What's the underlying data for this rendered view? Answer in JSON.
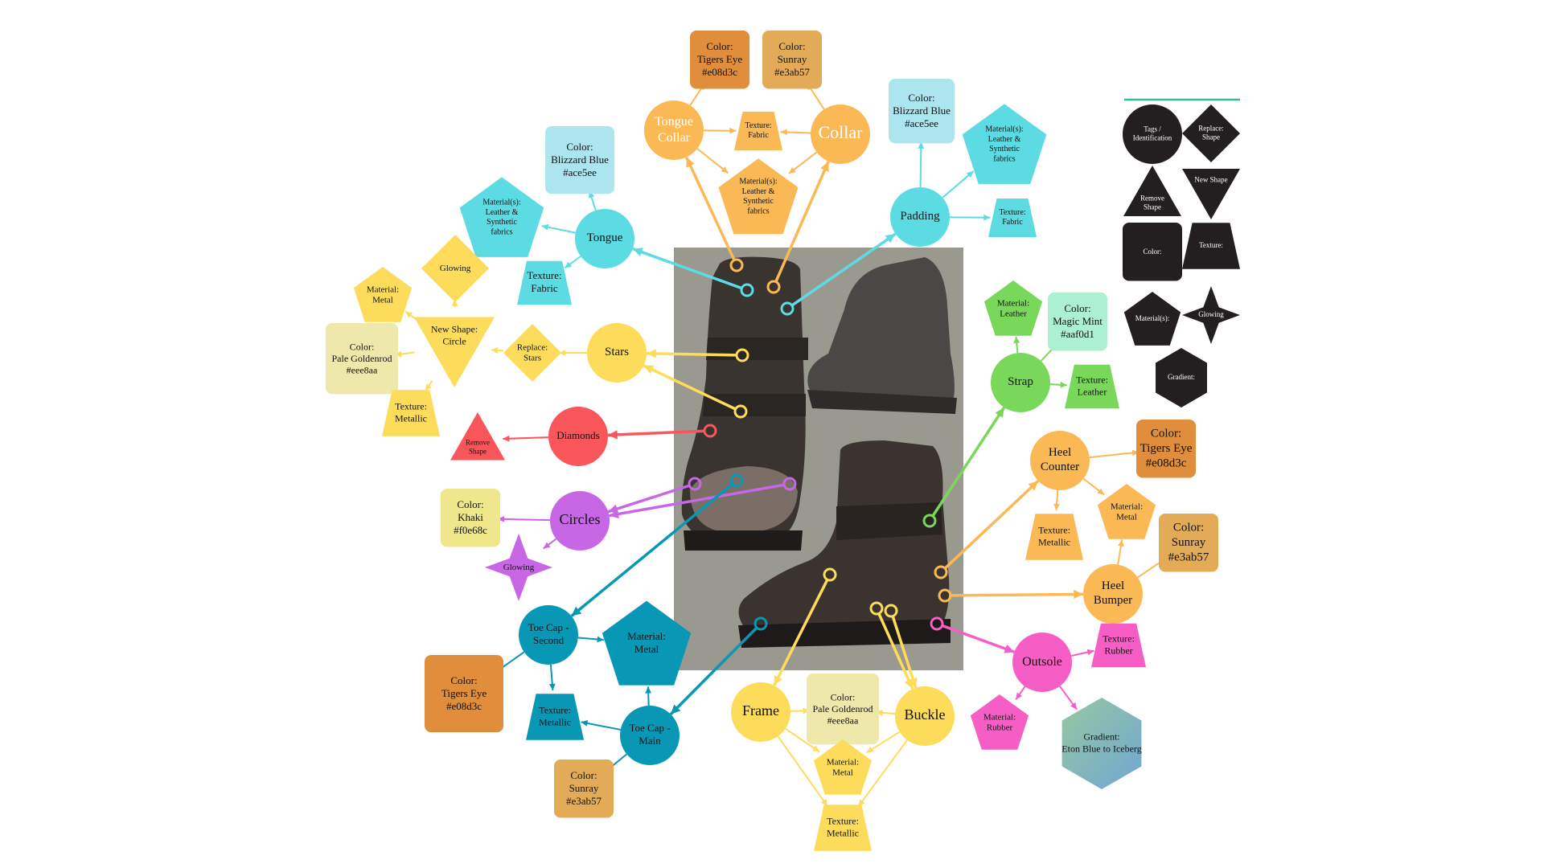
{
  "diagram": {
    "nodes": [
      {
        "id": "tongue-collar",
        "text": "Tongue\nCollar",
        "shape": "circle",
        "color": "#fbb955"
      },
      {
        "id": "collar",
        "text": "Collar",
        "shape": "circle",
        "color": "#fbb955"
      },
      {
        "id": "collar-color-tigers",
        "text": "Color:\nTigers Eye\n#e08d3c",
        "shape": "rounded",
        "color": "#e08d3c"
      },
      {
        "id": "collar-color-sunray",
        "text": "Color:\nSunray\n#e3ab57",
        "shape": "rounded",
        "color": "#e3ab57"
      },
      {
        "id": "collar-texture",
        "text": "Texture:\nFabric",
        "shape": "trapezoid",
        "color": "#fbb955"
      },
      {
        "id": "collar-material",
        "text": "Material(s):\nLeather &\nSynthetic\nfabrics",
        "shape": "pentagon",
        "color": "#fbb955"
      },
      {
        "id": "padding",
        "text": "Padding",
        "shape": "circle",
        "color": "#5ddbe3"
      },
      {
        "id": "padding-color",
        "text": "Color:\nBlizzard Blue\n#ace5ee",
        "shape": "rounded",
        "color": "#ace5ee"
      },
      {
        "id": "padding-material",
        "text": "Material(s):\nLeather &\nSynthetic\nfabrics",
        "shape": "pentagon",
        "color": "#5ddbe3"
      },
      {
        "id": "padding-texture",
        "text": "Texture:\nFabric",
        "shape": "trapezoid",
        "color": "#5ddbe3"
      },
      {
        "id": "tongue",
        "text": "Tongue",
        "shape": "circle",
        "color": "#5ddbe3"
      },
      {
        "id": "tongue-color",
        "text": "Color:\nBlizzard Blue\n#ace5ee",
        "shape": "rounded",
        "color": "#ace5ee"
      },
      {
        "id": "tongue-material",
        "text": "Material(s):\nLeather &\nSynthetic\nfabrics",
        "shape": "pentagon",
        "color": "#5ddbe3"
      },
      {
        "id": "tongue-texture",
        "text": "Texture:\nFabric",
        "shape": "trapezoid",
        "color": "#5ddbe3"
      },
      {
        "id": "stars",
        "text": "Stars",
        "shape": "circle",
        "color": "#fddc5c"
      },
      {
        "id": "replace-stars",
        "text": "Replace:\nStars",
        "shape": "diamond",
        "color": "#fddc5c"
      },
      {
        "id": "new-shape-circle",
        "text": "New Shape:\nCircle",
        "shape": "triangle-down",
        "color": "#fddc5c"
      },
      {
        "id": "glowing-yellow",
        "text": "Glowing",
        "shape": "diamond",
        "color": "#fddc5c"
      },
      {
        "id": "stars-material",
        "text": "Material:\nMetal",
        "shape": "pentagon",
        "color": "#fddc5c"
      },
      {
        "id": "stars-color",
        "text": "Color:\nPale Goldenrod\n#eee8aa",
        "shape": "rounded",
        "color": "#eee8aa"
      },
      {
        "id": "stars-texture",
        "text": "Texture:\nMetallic",
        "shape": "trapezoid",
        "color": "#fddc5c"
      },
      {
        "id": "diamonds",
        "text": "Diamonds",
        "shape": "circle",
        "color": "#f9565b"
      },
      {
        "id": "remove-shape",
        "text": "Remove\nShape",
        "shape": "triangle-up",
        "color": "#f9565b"
      },
      {
        "id": "circles",
        "text": "Circles",
        "shape": "circle",
        "color": "#c767e5"
      },
      {
        "id": "circles-color",
        "text": "Color:\nKhaki\n#f0e68c",
        "shape": "rounded",
        "color": "#f0e68c"
      },
      {
        "id": "glowing-purple",
        "text": "Glowing",
        "shape": "star4",
        "color": "#c767e5"
      },
      {
        "id": "toecap-second",
        "text": "Toe Cap -\nSecond",
        "shape": "circle",
        "color": "#0897b4"
      },
      {
        "id": "toecap-material",
        "text": "Material:\nMetal",
        "shape": "pentagon",
        "color": "#0897b4"
      },
      {
        "id": "toecap-color-tigers",
        "text": "Color:\nTigers Eye\n#e08d3c",
        "shape": "rounded",
        "color": "#e08d3c"
      },
      {
        "id": "toecap-texture",
        "text": "Texture:\nMetallic",
        "shape": "trapezoid",
        "color": "#0897b4"
      },
      {
        "id": "toecap-main",
        "text": "Toe Cap -\nMain",
        "shape": "circle",
        "color": "#0897b4"
      },
      {
        "id": "toecap-color-sunray",
        "text": "Color:\nSunray\n#e3ab57",
        "shape": "rounded",
        "color": "#e3ab57"
      },
      {
        "id": "frame",
        "text": "Frame",
        "shape": "circle",
        "color": "#fddc5c"
      },
      {
        "id": "buckle",
        "text": "Buckle",
        "shape": "circle",
        "color": "#fddc5c"
      },
      {
        "id": "frame-color",
        "text": "Color:\nPale Goldenrod\n#eee8aa",
        "shape": "rounded",
        "color": "#eee8aa"
      },
      {
        "id": "frame-material",
        "text": "Material:\nMetal",
        "shape": "pentagon",
        "color": "#fddc5c"
      },
      {
        "id": "frame-texture",
        "text": "Texture:\nMetallic",
        "shape": "trapezoid",
        "color": "#fddc5c"
      },
      {
        "id": "strap",
        "text": "Strap",
        "shape": "circle",
        "color": "#79d85a"
      },
      {
        "id": "strap-material",
        "text": "Material:\nLeather",
        "shape": "pentagon",
        "color": "#79d85a"
      },
      {
        "id": "strap-color",
        "text": "Color:\nMagic Mint\n#aaf0d1",
        "shape": "rounded",
        "color": "#aaf0d1"
      },
      {
        "id": "strap-texture",
        "text": "Texture:\nLeather",
        "shape": "trapezoid",
        "color": "#79d85a"
      },
      {
        "id": "heel-counter",
        "text": "Heel\nCounter",
        "shape": "circle",
        "color": "#fbb955"
      },
      {
        "id": "heel-color-tigers",
        "text": "Color:\nTigers Eye\n#e08d3c",
        "shape": "rounded",
        "color": "#e08d3c"
      },
      {
        "id": "heel-material",
        "text": "Material:\nMetal",
        "shape": "pentagon",
        "color": "#fbb955"
      },
      {
        "id": "heel-texture",
        "text": "Texture:\nMetallic",
        "shape": "trapezoid",
        "color": "#fbb955"
      },
      {
        "id": "heel-bumper",
        "text": "Heel\nBumper",
        "shape": "circle",
        "color": "#fbb955"
      },
      {
        "id": "heel-color-sunray",
        "text": "Color:\nSunray\n#e3ab57",
        "shape": "rounded",
        "color": "#e3ab57"
      },
      {
        "id": "outsole",
        "text": "Outsole",
        "shape": "circle",
        "color": "#f65ec5"
      },
      {
        "id": "outsole-texture",
        "text": "Texture:\nRubber",
        "shape": "trapezoid",
        "color": "#f65ec5"
      },
      {
        "id": "outsole-material",
        "text": "Material:\nRubber",
        "shape": "pentagon",
        "color": "#f65ec5"
      },
      {
        "id": "outsole-gradient",
        "text": "Gradient:\nEton Blue to Iceberg",
        "shape": "hexagon",
        "color": "#8fcfa0"
      }
    ],
    "legend": [
      {
        "id": "legend-tags",
        "text": "Tags /\nIdentification",
        "shape": "circle"
      },
      {
        "id": "legend-replace",
        "text": "Replace:\nShape",
        "shape": "diamond"
      },
      {
        "id": "legend-remove",
        "text": "Remove\nShape",
        "shape": "triangle-up"
      },
      {
        "id": "legend-new",
        "text": "New Shape",
        "shape": "triangle-down"
      },
      {
        "id": "legend-color",
        "text": "Color:",
        "shape": "rounded"
      },
      {
        "id": "legend-texture",
        "text": "Texture:",
        "shape": "trapezoid"
      },
      {
        "id": "legend-material",
        "text": "Material(s):",
        "shape": "pentagon"
      },
      {
        "id": "legend-glowing",
        "text": "Glowing",
        "shape": "star4"
      },
      {
        "id": "legend-gradient",
        "text": "Gradient:",
        "shape": "hexagon"
      }
    ],
    "edges": [
      [
        "tongue-collar",
        "collar-color-tigers",
        "#fbb955"
      ],
      [
        "collar",
        "collar-color-sunray",
        "#fbb955"
      ],
      [
        "tongue-collar",
        "collar-texture",
        "#fbb955"
      ],
      [
        "collar",
        "collar-texture",
        "#fbb955"
      ],
      [
        "tongue-collar",
        "collar-material",
        "#fbb955"
      ],
      [
        "collar",
        "collar-material",
        "#fbb955"
      ],
      [
        "padding",
        "padding-color",
        "#5ddbe3"
      ],
      [
        "padding",
        "padding-material",
        "#5ddbe3"
      ],
      [
        "padding",
        "padding-texture",
        "#5ddbe3"
      ],
      [
        "tongue",
        "tongue-color",
        "#5ddbe3"
      ],
      [
        "tongue",
        "tongue-material",
        "#5ddbe3"
      ],
      [
        "tongue",
        "tongue-texture",
        "#5ddbe3"
      ],
      [
        "stars",
        "replace-stars",
        "#fddc5c"
      ],
      [
        "replace-stars",
        "new-shape-circle",
        "#fddc5c"
      ],
      [
        "new-shape-circle",
        "glowing-yellow",
        "#fddc5c"
      ],
      [
        "new-shape-circle",
        "stars-material",
        "#fddc5c"
      ],
      [
        "new-shape-circle",
        "stars-color",
        "#fddc5c"
      ],
      [
        "new-shape-circle",
        "stars-texture",
        "#fddc5c"
      ],
      [
        "diamonds",
        "remove-shape",
        "#f9565b"
      ],
      [
        "circles",
        "circles-color",
        "#c767e5"
      ],
      [
        "circles",
        "glowing-purple",
        "#c767e5"
      ],
      [
        "toecap-second",
        "toecap-material",
        "#0897b4"
      ],
      [
        "toecap-second",
        "toecap-color-tigers",
        "#0897b4"
      ],
      [
        "toecap-second",
        "toecap-texture",
        "#0897b4"
      ],
      [
        "toecap-main",
        "toecap-material",
        "#0897b4"
      ],
      [
        "toecap-main",
        "toecap-texture",
        "#0897b4"
      ],
      [
        "toecap-main",
        "toecap-color-sunray",
        "#0897b4"
      ],
      [
        "frame",
        "frame-color",
        "#fddc5c"
      ],
      [
        "buckle",
        "frame-color",
        "#fddc5c"
      ],
      [
        "frame",
        "frame-material",
        "#fddc5c"
      ],
      [
        "buckle",
        "frame-material",
        "#fddc5c"
      ],
      [
        "frame",
        "frame-texture",
        "#fddc5c"
      ],
      [
        "buckle",
        "frame-texture",
        "#fddc5c"
      ],
      [
        "strap",
        "strap-material",
        "#79d85a"
      ],
      [
        "strap",
        "strap-color",
        "#79d85a"
      ],
      [
        "strap",
        "strap-texture",
        "#79d85a"
      ],
      [
        "heel-counter",
        "heel-color-tigers",
        "#fbb955"
      ],
      [
        "heel-counter",
        "heel-material",
        "#fbb955"
      ],
      [
        "heel-counter",
        "heel-texture",
        "#fbb955"
      ],
      [
        "heel-bumper",
        "heel-material",
        "#fbb955"
      ],
      [
        "heel-bumper",
        "heel-color-sunray",
        "#fbb955"
      ],
      [
        "outsole",
        "outsole-texture",
        "#f65ec5"
      ],
      [
        "outsole",
        "outsole-material",
        "#f65ec5"
      ],
      [
        "outsole",
        "outsole-gradient",
        "#f65ec5"
      ]
    ],
    "pointers": [
      {
        "target": "tongue-collar",
        "color": "#fbb955"
      },
      {
        "target": "collar",
        "color": "#fbb955"
      },
      {
        "target": "padding",
        "color": "#5ddbe3"
      },
      {
        "target": "tongue",
        "color": "#5ddbe3"
      },
      {
        "target": "stars",
        "color": "#fddc5c"
      },
      {
        "target": "stars",
        "color": "#fddc5c"
      },
      {
        "target": "diamonds",
        "color": "#f9565b"
      },
      {
        "target": "circles",
        "color": "#c767e5"
      },
      {
        "target": "circles",
        "color": "#c767e5"
      },
      {
        "target": "toecap-second",
        "color": "#0897b4"
      },
      {
        "target": "toecap-main",
        "color": "#0897b4"
      },
      {
        "target": "frame",
        "color": "#fddc5c"
      },
      {
        "target": "buckle",
        "color": "#fddc5c"
      },
      {
        "target": "buckle",
        "color": "#fddc5c"
      },
      {
        "target": "strap",
        "color": "#79d85a"
      },
      {
        "target": "heel-counter",
        "color": "#fbb955"
      },
      {
        "target": "heel-bumper",
        "color": "#fbb955"
      },
      {
        "target": "outsole",
        "color": "#f65ec5"
      }
    ],
    "colors": {
      "photo_background": "#9a9990",
      "legend_rule": "#2dbf8a",
      "legend_fill": "#231f20",
      "legend_text": "#ffffff",
      "gradient_start": "#96c8a2",
      "gradient_end": "#71a6d2"
    }
  }
}
